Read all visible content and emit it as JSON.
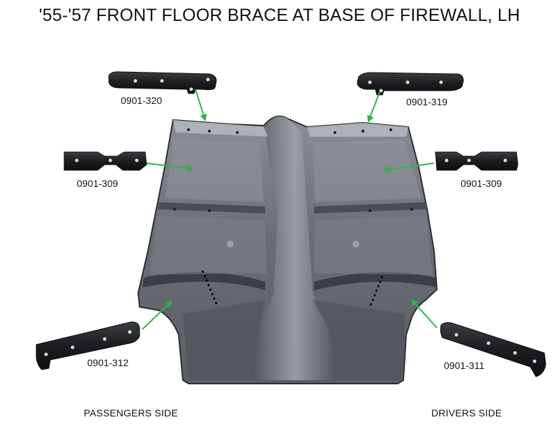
{
  "title": "'55-'57 FRONT FLOOR BRACE AT BASE OF FIREWALL, LH",
  "parts": [
    {
      "id": "p320",
      "number": "0901-320"
    },
    {
      "id": "p319",
      "number": "0901-319"
    },
    {
      "id": "p309l",
      "number": "0901-309"
    },
    {
      "id": "p309r",
      "number": "0901-309"
    },
    {
      "id": "p312",
      "number": "0901-312"
    },
    {
      "id": "p311",
      "number": "0901-311"
    }
  ],
  "sides": {
    "left": "PASSENGERS SIDE",
    "right": "DRIVERS SIDE"
  },
  "colors": {
    "arrow": "#2fb24a",
    "metal_dark": "#3d4046",
    "metal_mid": "#6c7078",
    "metal_light": "#a9adb4",
    "bracket": "#1d1f23"
  }
}
